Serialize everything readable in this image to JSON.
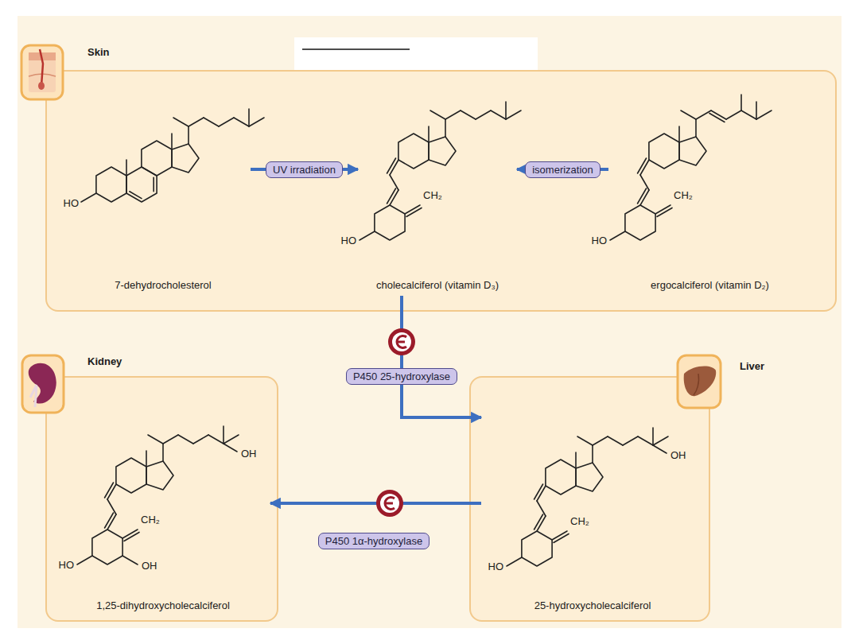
{
  "diagram": {
    "nodes": [
      {
        "text": [
          "Skin"
        ]
      },
      {
        "text": [
          "7-dehydrocholesterol"
        ],
        "in": 0
      },
      {
        "text": [
          "cholecalciferol (vitamin D₃)"
        ],
        "in": 0
      },
      {
        "text": [
          "ergocalciferol (vitamin D₂)"
        ],
        "in": 0
      },
      {
        "text": [
          "Kidney"
        ]
      },
      {
        "text": [
          "1,25-dihydroxycholecalciferol"
        ],
        "in": 4
      },
      {
        "text": [
          "Liver"
        ]
      },
      {
        "text": [
          "25-hydroxycholecalciferol"
        ],
        "in": 6
      }
    ],
    "edges": [
      {
        "from": 1,
        "to": 2,
        "arrow": "to",
        "label": "UV irradiation"
      },
      {
        "from": 3,
        "to": 2,
        "arrow": "to",
        "label": "isomerization"
      },
      {
        "from": 2,
        "to": 7,
        "arrow": "to",
        "label": "P450 25-hydroxylase"
      },
      {
        "from": 7,
        "to": 5,
        "arrow": "to",
        "label": "P450 1α-hydroxylase"
      }
    ],
    "labels": [
      "HO",
      "CH₂",
      "HO",
      "CH₂",
      "HO",
      "OH",
      "CH₂",
      "HO",
      "OH",
      "OH",
      "CH₂",
      "HO"
    ]
  }
}
